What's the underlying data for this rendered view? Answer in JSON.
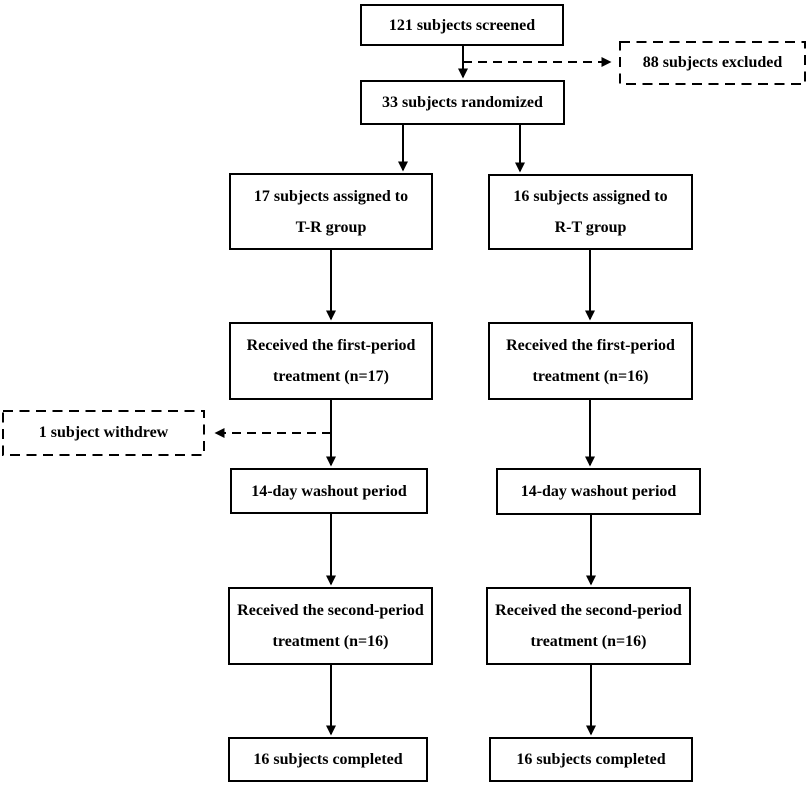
{
  "diagram": {
    "kind": "subject-flow-chart",
    "colors": {
      "ink": "#000000",
      "paper": "#ffffff"
    },
    "nodes": {
      "screened": {
        "label": "121 subjects screened"
      },
      "excluded": {
        "label": "88 subjects excluded"
      },
      "randomized": {
        "label": "33 subjects randomized"
      },
      "tr_group": {
        "line1": "17 subjects assigned to",
        "line2": "T-R group"
      },
      "rt_group": {
        "line1": "16 subjects assigned to",
        "line2": "R-T group"
      },
      "tr_first": {
        "line1": "Received the first-period",
        "line2": "treatment (n=17)"
      },
      "rt_first": {
        "line1": "Received the first-period",
        "line2": "treatment (n=16)"
      },
      "withdrew": {
        "label": "1 subject withdrew"
      },
      "tr_washout": {
        "label": "14-day washout period"
      },
      "rt_washout": {
        "label": "14-day washout period"
      },
      "tr_second": {
        "line1": "Received the second-period",
        "line2": "treatment (n=16)"
      },
      "rt_second": {
        "line1": "Received the second-period",
        "line2": "treatment (n=16)"
      },
      "tr_completed": {
        "label": "16 subjects completed"
      },
      "rt_completed": {
        "label": "16 subjects completed"
      }
    },
    "edges": [
      {
        "from": "screened",
        "to": "randomized",
        "style": "solid"
      },
      {
        "from": "screened",
        "to": "excluded",
        "style": "dashed"
      },
      {
        "from": "randomized",
        "to": "tr_group",
        "style": "solid"
      },
      {
        "from": "randomized",
        "to": "rt_group",
        "style": "solid"
      },
      {
        "from": "tr_group",
        "to": "tr_first",
        "style": "solid"
      },
      {
        "from": "rt_group",
        "to": "rt_first",
        "style": "solid"
      },
      {
        "from": "tr_first",
        "to": "tr_washout",
        "style": "solid"
      },
      {
        "from": "tr_first",
        "to": "withdrew",
        "style": "dashed"
      },
      {
        "from": "rt_first",
        "to": "rt_washout",
        "style": "solid"
      },
      {
        "from": "tr_washout",
        "to": "tr_second",
        "style": "solid"
      },
      {
        "from": "rt_washout",
        "to": "rt_second",
        "style": "solid"
      },
      {
        "from": "tr_second",
        "to": "tr_completed",
        "style": "solid"
      },
      {
        "from": "rt_second",
        "to": "rt_completed",
        "style": "solid"
      }
    ]
  }
}
